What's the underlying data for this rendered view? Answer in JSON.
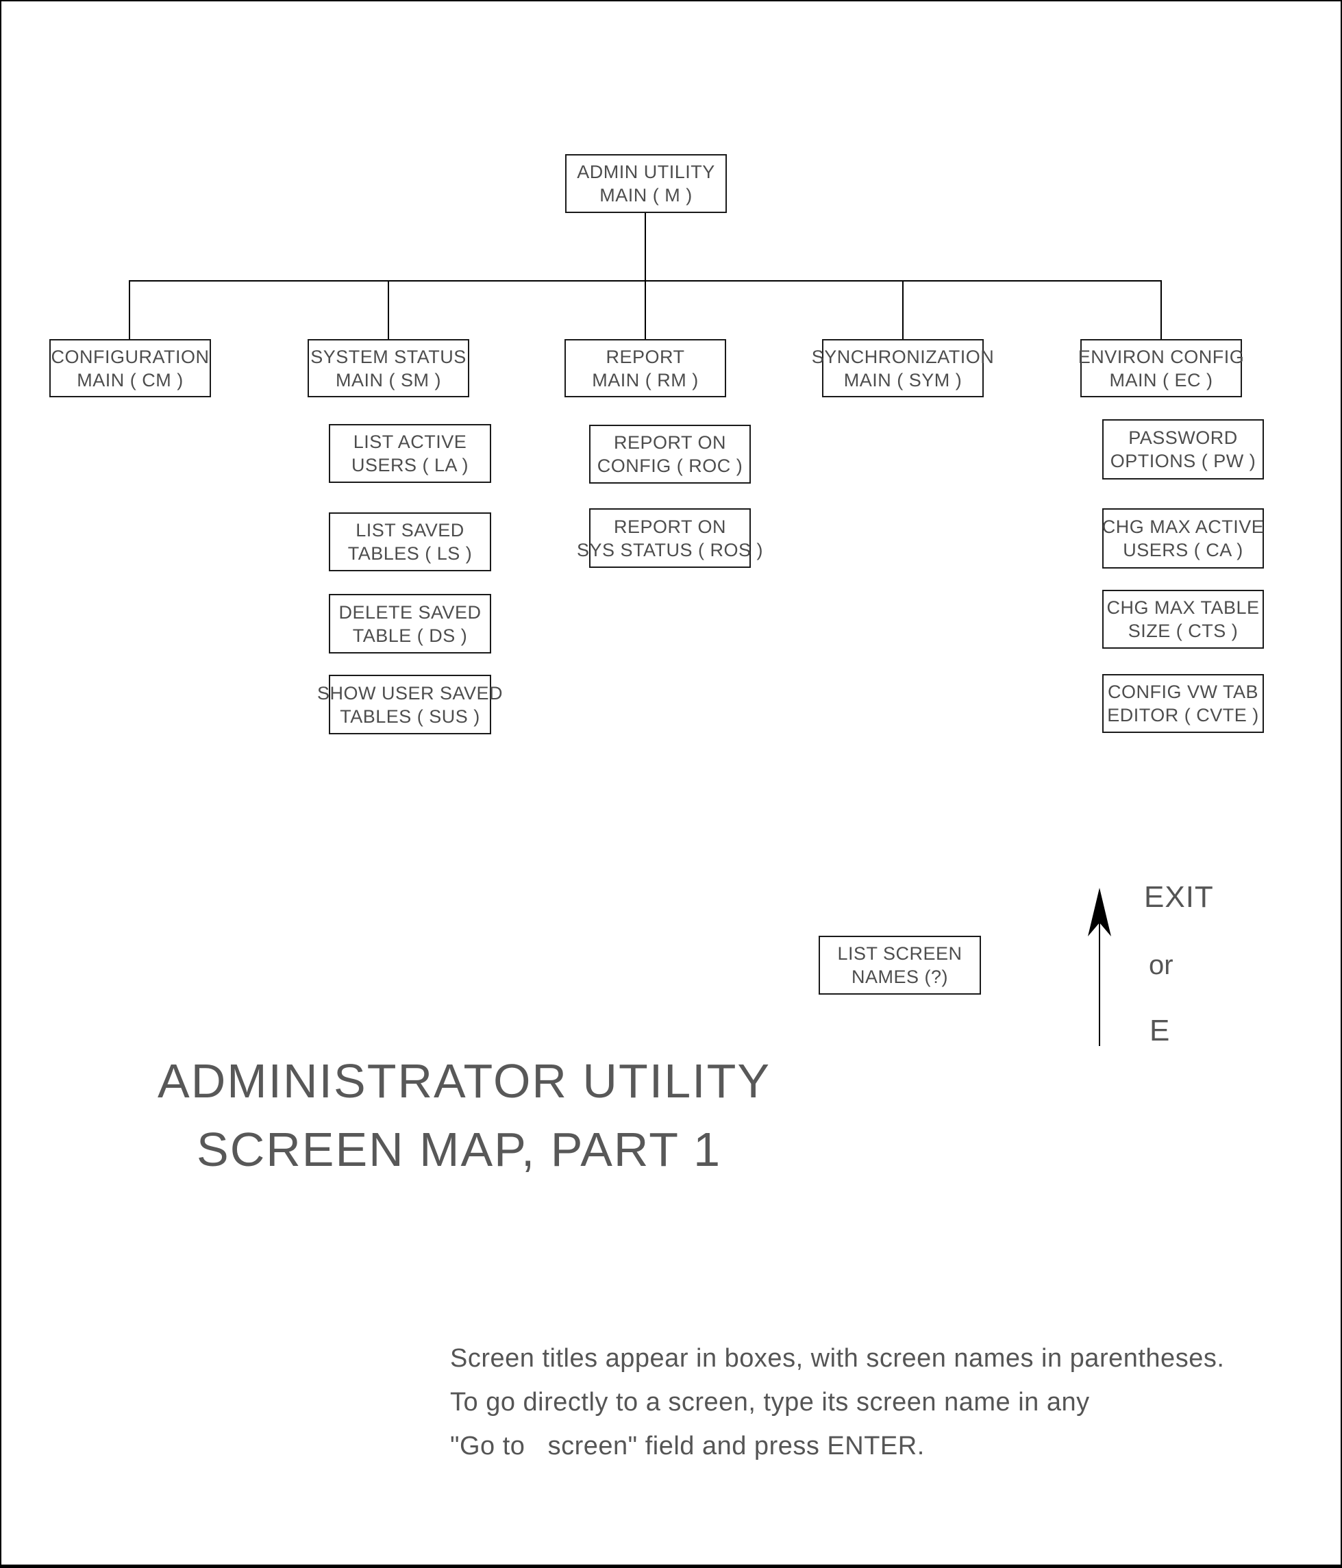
{
  "title": {
    "line1": "ADMINISTRATOR UTILITY",
    "line2": "SCREEN MAP, PART 1"
  },
  "nodes": {
    "admin": {
      "line1": "ADMIN UTILITY",
      "line2": "MAIN ( M )"
    },
    "config": {
      "line1": "CONFIGURATION",
      "line2": "MAIN ( CM )"
    },
    "system_status": {
      "line1": "SYSTEM STATUS",
      "line2": "MAIN ( SM )"
    },
    "report": {
      "line1": "REPORT",
      "line2": "MAIN ( RM )"
    },
    "synchronization": {
      "line1": "SYNCHRONIZATION",
      "line2": "MAIN ( SYM )"
    },
    "environ_config": {
      "line1": "ENVIRON CONFIG",
      "line2": "MAIN ( EC )"
    },
    "list_active_users": {
      "line1": "LIST ACTIVE",
      "line2": "USERS ( LA )"
    },
    "list_saved_tables": {
      "line1": "LIST SAVED",
      "line2": "TABLES ( LS )"
    },
    "delete_saved_table": {
      "line1": "DELETE SAVED",
      "line2": "TABLE ( DS )"
    },
    "show_user_saved_tables": {
      "line1": "SHOW USER SAVED",
      "line2": "TABLES ( SUS )"
    },
    "report_on_config": {
      "line1": "REPORT ON",
      "line2": "CONFIG ( ROC )"
    },
    "report_on_sys_status": {
      "line1": "REPORT ON",
      "line2": "SYS STATUS ( ROS )"
    },
    "password_options": {
      "line1": "PASSWORD",
      "line2": "OPTIONS ( PW )"
    },
    "chg_max_active_users": {
      "line1": "CHG MAX ACTIVE",
      "line2": "USERS ( CA )"
    },
    "chg_max_table_size": {
      "line1": "CHG MAX TABLE",
      "line2": "SIZE ( CTS )"
    },
    "config_vw_tab_editor": {
      "line1": "CONFIG VW TAB",
      "line2": "EDITOR ( CVTE )"
    },
    "list_screen_names": {
      "line1": "LIST SCREEN",
      "line2": "NAMES (?)"
    }
  },
  "exit_legend": {
    "exit": "EXIT",
    "or": "or",
    "e": "E"
  },
  "annotation": {
    "line1": "Screen titles appear in boxes, with screen names in parentheses.",
    "line2": "To go directly to a screen, type its screen name in any",
    "line3": "\"Go to   screen\" field and press ENTER."
  },
  "colors": {
    "line_color": "#000000",
    "box_border": "#1a1a1a",
    "text_color": "#4d4d4d",
    "background": "#ffffff"
  }
}
